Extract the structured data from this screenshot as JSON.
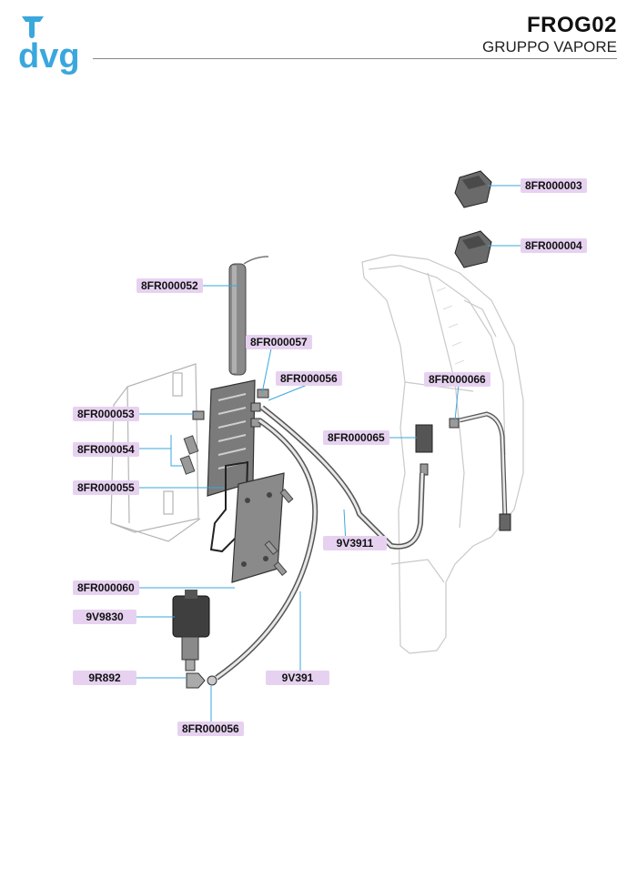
{
  "header": {
    "logo_text": "dvg",
    "code": "FROG02",
    "subtitle": "GRUPPO VAPORE"
  },
  "colors": {
    "brand": "#3aa7dd",
    "label_bg": "#e6d2f0"
  },
  "parts": [
    "8FR000003",
    "8FR000004",
    "8FR000052",
    "8FR000057",
    "8FR000056",
    "8FR000066",
    "8FR000053",
    "8FR000054",
    "8FR000065",
    "8FR000055",
    "9V3911",
    "8FR000060",
    "9V9830",
    "9R892",
    "9V391",
    "8FR000056"
  ]
}
